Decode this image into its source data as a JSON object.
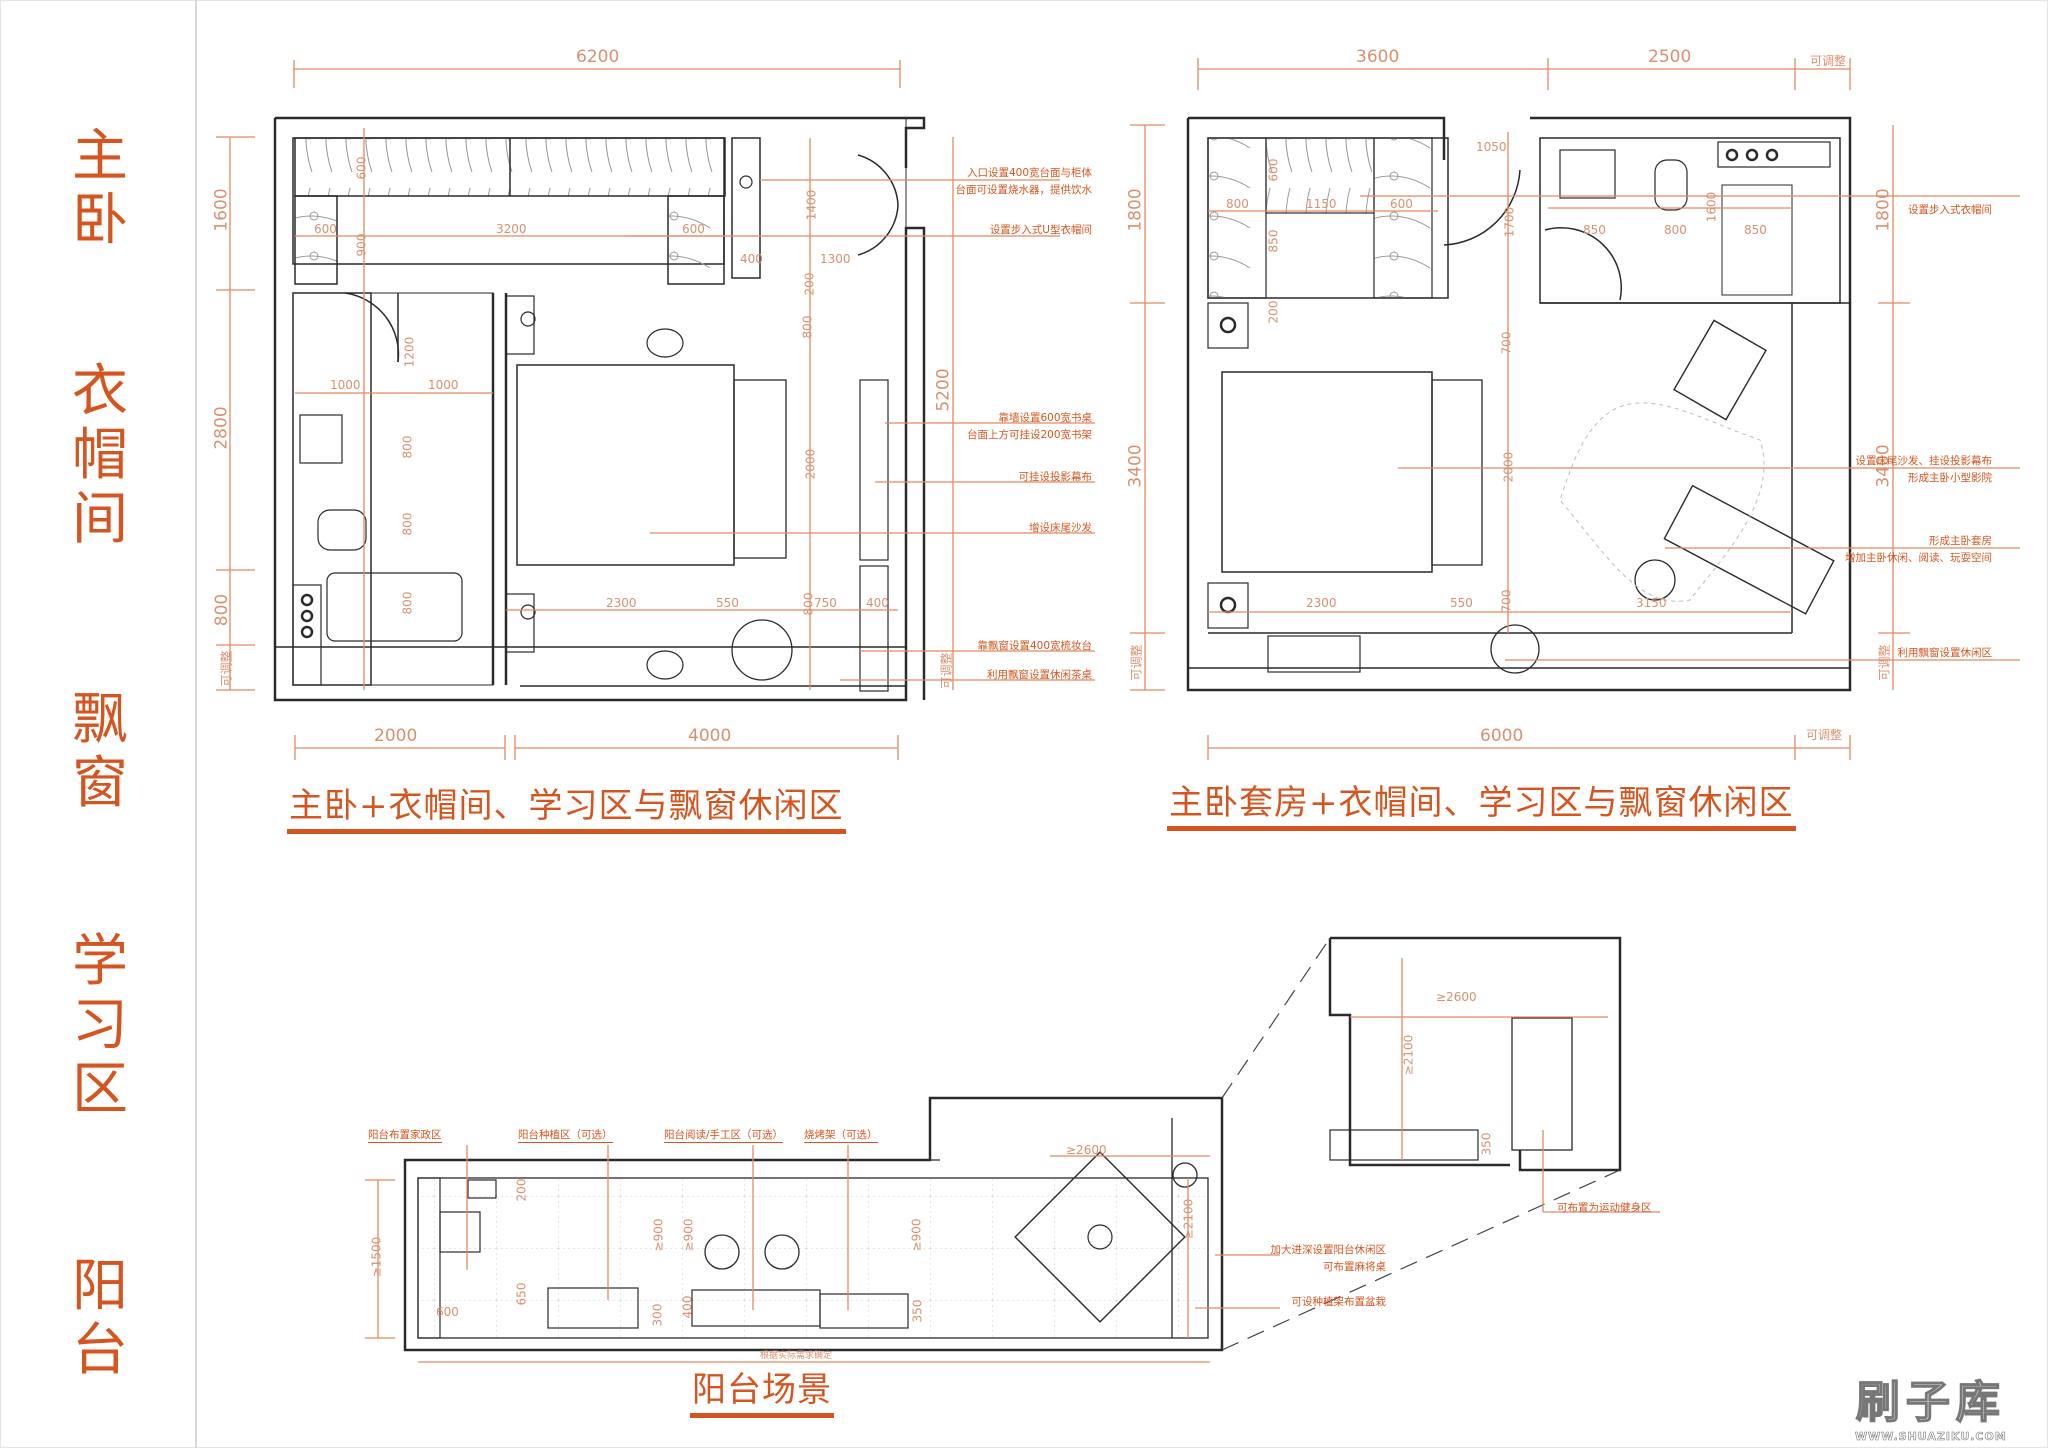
{
  "sidebar": {
    "groups": [
      {
        "chars": [
          "主",
          "卧"
        ]
      },
      {
        "chars": [
          "衣",
          "帽",
          "间"
        ]
      },
      {
        "chars": [
          "飘",
          "窗"
        ]
      },
      {
        "chars": [
          "学",
          "习",
          "区"
        ]
      },
      {
        "chars": [
          "阳",
          "台"
        ]
      }
    ]
  },
  "colors": {
    "accent": "#d4551f",
    "dimension": "#d99070",
    "line": "#2a2a2a"
  },
  "plan1": {
    "title": "主卧+衣帽间、学习区与飘窗休闲区",
    "dims_top": [
      "6200"
    ],
    "dims_bottom": [
      "2000",
      "4000"
    ],
    "dims_left": [
      "1600",
      "2800",
      "800",
      "可调整"
    ],
    "dims_right": [
      "5200",
      "可调整"
    ],
    "inner_dims": [
      "600",
      "900",
      "3200",
      "600",
      "600",
      "400",
      "1300",
      "1400",
      "200",
      "1200",
      "1000",
      "1000",
      "800",
      "800",
      "800",
      "800",
      "2300",
      "550",
      "750",
      "400",
      "2000",
      "800",
      "800"
    ],
    "notes": [
      "入口设置400宽台面与柜体",
      "台面可设置烧水器，提供饮水",
      "设置步入式U型衣帽间",
      "靠墙设置600宽书桌",
      "台面上方可挂设200宽书架",
      "可挂设投影幕布",
      "增设床尾沙发",
      "靠飘窗设置400宽梳妆台",
      "利用飘窗设置休闲茶桌"
    ]
  },
  "plan2": {
    "title": "主卧套房+衣帽间、学习区与飘窗休闲区",
    "dims_top": [
      "3600",
      "2500",
      "可调整"
    ],
    "dims_bottom": [
      "6000",
      "可调整"
    ],
    "dims_left": [
      "1800",
      "3400",
      "可调整"
    ],
    "dims_right": [
      "1800",
      "3400",
      "可调整"
    ],
    "inner_dims": [
      "1050",
      "600",
      "800",
      "1150",
      "600",
      "850",
      "200",
      "1700",
      "850",
      "800",
      "850",
      "1600",
      "700",
      "2000",
      "700",
      "2300",
      "550",
      "3150"
    ],
    "notes": [
      "设置步入式衣帽间",
      "设置床尾沙发、挂设投影幕布",
      "形成主卧小型影院",
      "形成主卧套房",
      "增加主卧休闲、阅读、玩耍空间",
      "利用飘窗设置休闲区"
    ]
  },
  "balcony": {
    "title": "阳台场景",
    "top_labels": [
      "阳台布置家政区",
      "阳台种植区（可选）",
      "阳台阅读/手工区（可选）",
      "烧烤架（可选）"
    ],
    "right_notes": [
      "加大进深设置阳台休闲区",
      "可布置麻将桌",
      "可设种植架布置盆栽"
    ],
    "inset_note": "可布置为运动健身区",
    "dims": [
      "≥1500",
      "200",
      "650",
      "600",
      "≥900",
      "≥900",
      "300",
      "400",
      "≥900",
      "350",
      "≥2600",
      "≥2100",
      "根据实际需求确定"
    ],
    "inset_dims": [
      "≥2600",
      "≥2100",
      "350"
    ]
  },
  "watermark": {
    "cn": "刷子库",
    "en": "WWW.SHUAZIKU.COM"
  }
}
